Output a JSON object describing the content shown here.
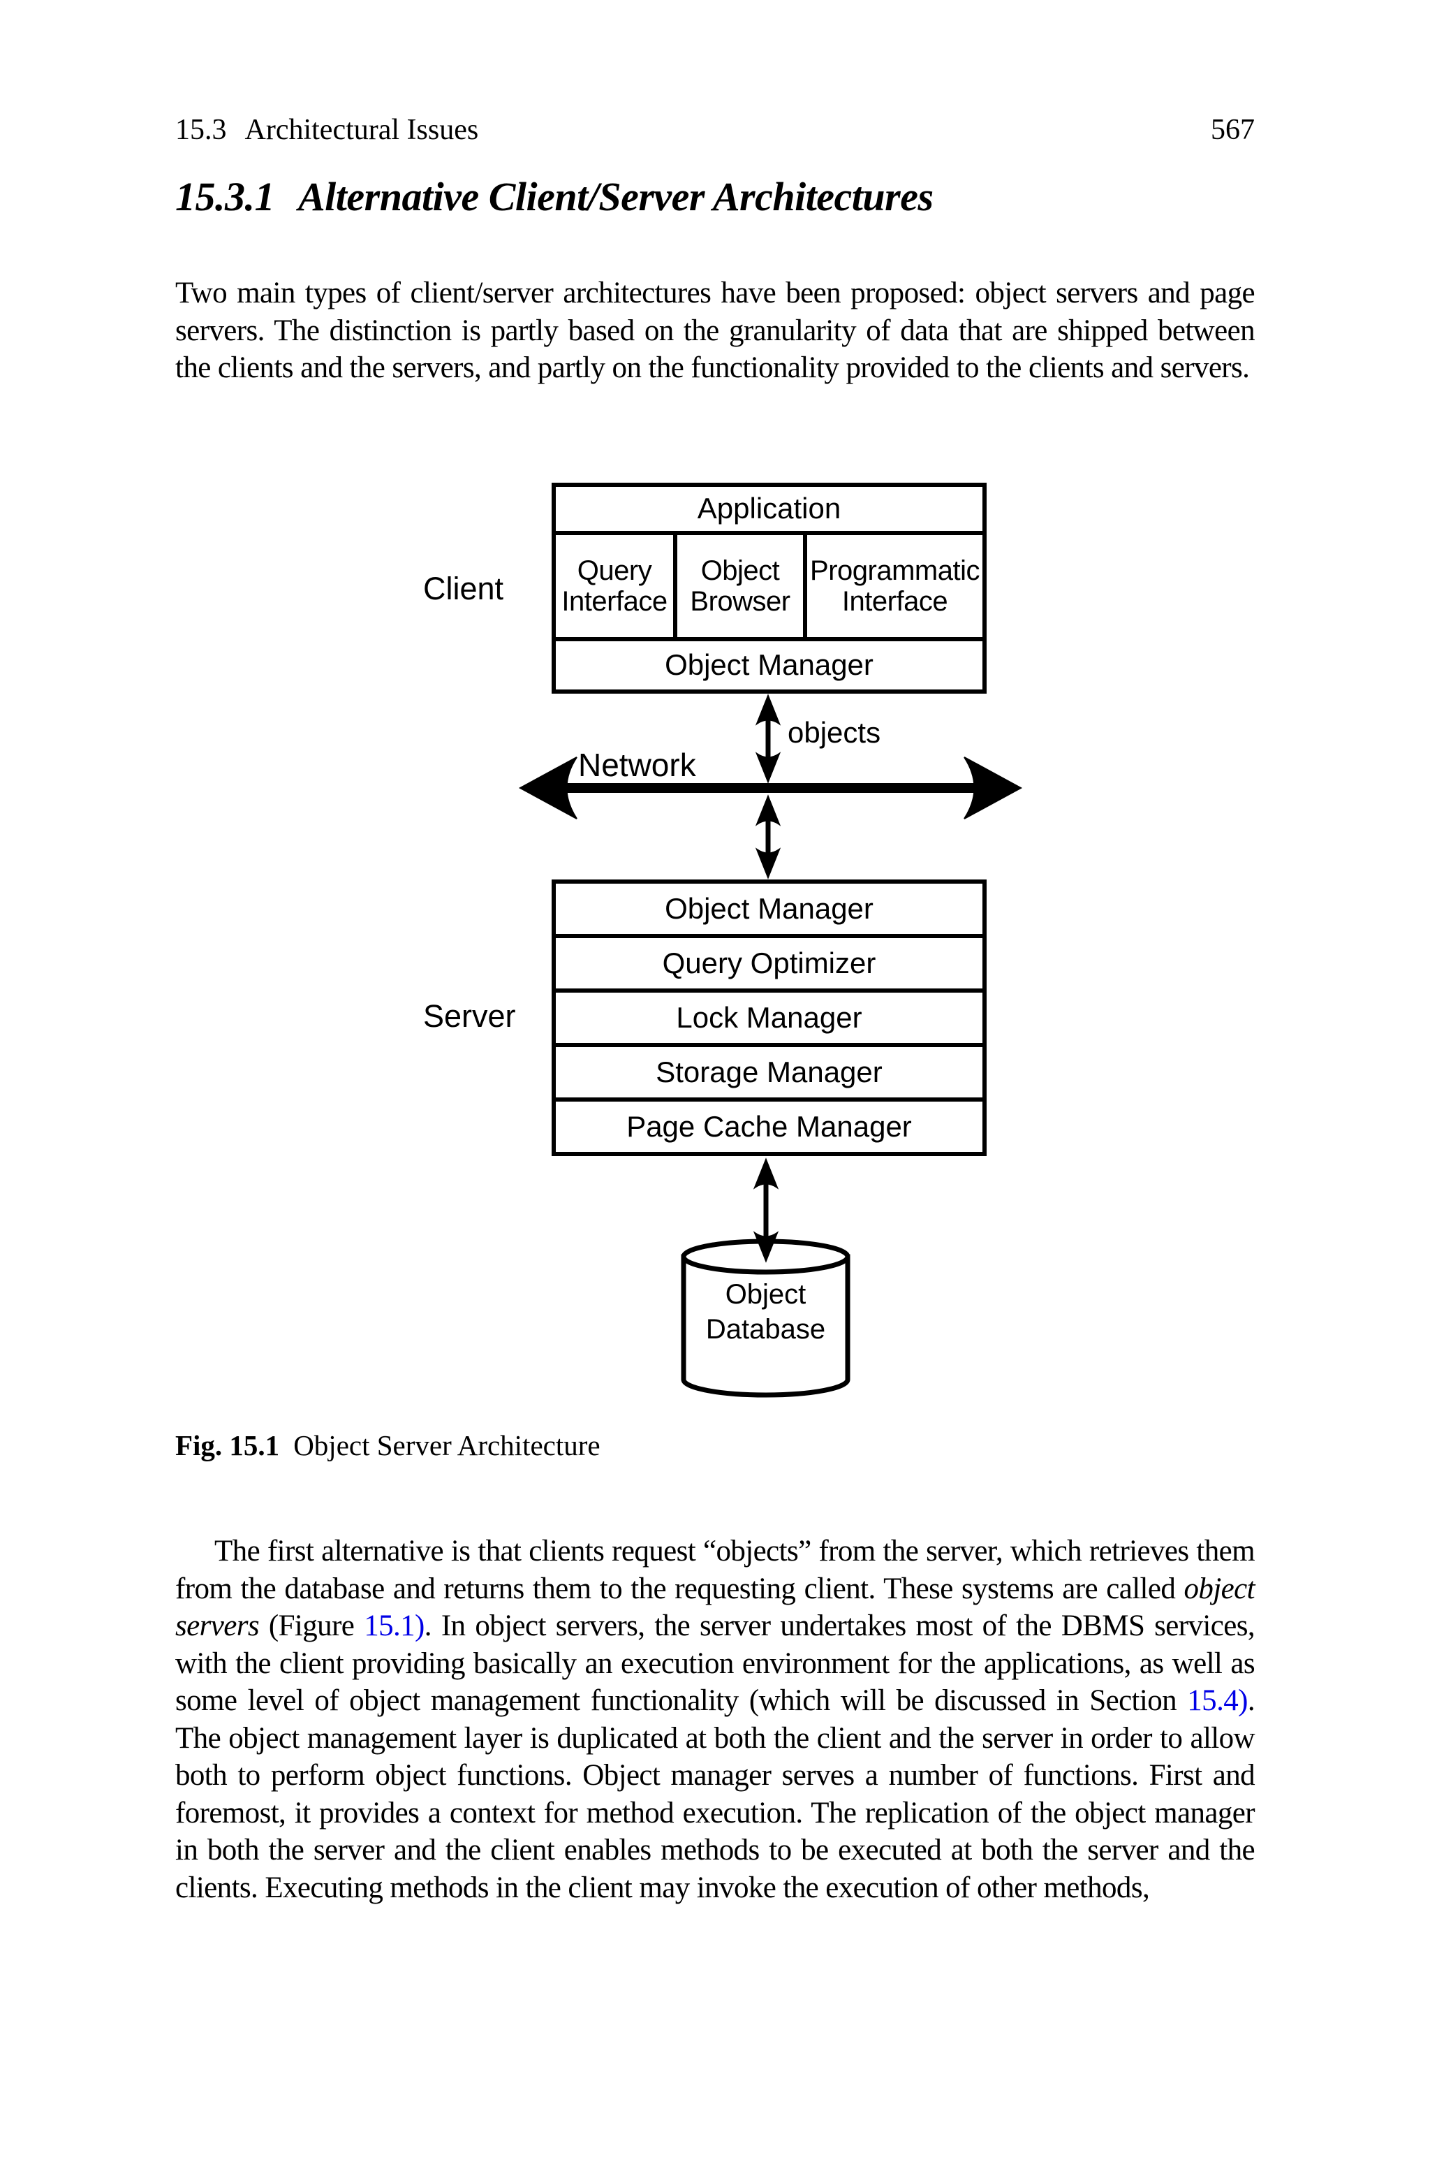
{
  "colors": {
    "link_blue": "#0000e6",
    "ink": "#000000"
  },
  "page": {
    "running_header": {
      "section_number": "15.3",
      "section_title": "Architectural Issues",
      "page_number": "567"
    },
    "heading": {
      "number": "15.3.1",
      "title": "Alternative Client/Server Architectures"
    },
    "paragraph_1": "Two main types of client/server architectures have been proposed: object servers and page servers. The distinction is partly based on the granularity of data that are shipped between the clients and the servers, and partly on the functionality provided to the clients and servers.",
    "paragraph_2_segments": [
      {
        "t": "The first alternative is that clients request “objects” from the server, which retrieves them from the database and returns them to the requesting client. These systems are called ",
        "s": "normal",
        "n": "paragraph-2-text"
      },
      {
        "t": "object servers",
        "s": "italic",
        "n": "term-object-servers"
      },
      {
        "t": " (Figure ",
        "s": "normal",
        "n": "paragraph-2-text"
      },
      {
        "t": "15.1)",
        "s": "link",
        "n": "xref-figure-15-1"
      },
      {
        "t": ". In object servers, the server undertakes most of the DBMS services, with the client providing basically an execution environment for the applications, as well as some level of object management functionality (which will be discussed in Section ",
        "s": "normal",
        "n": "paragraph-2-text"
      },
      {
        "t": "15.4)",
        "s": "link",
        "n": "xref-section-15-4"
      },
      {
        "t": ". The object management layer is duplicated at both the client and the server in order to allow both to perform object functions. Object manager serves a number of functions. First and foremost, it provides a context for method execution. The replication of the object manager in both the server and the client enables methods to be executed at both the server and the clients. Executing methods in the client may invoke the execution of other methods,",
        "s": "normal",
        "n": "paragraph-2-text"
      }
    ],
    "figure": {
      "caption_label": "Fig. 15.1",
      "caption_text": "Object Server Architecture",
      "client_label": "Client",
      "server_label": "Server",
      "network_label": "Network",
      "objects_label": "objects",
      "client_rows": {
        "application": "Application",
        "query_interface": "Query Interface",
        "object_browser": "Object Browser",
        "programmatic_interface": "Programmatic Interface",
        "object_manager": "Object Manager"
      },
      "server_rows": [
        "Object Manager",
        "Query Optimizer",
        "Lock Manager",
        "Storage Manager",
        "Page Cache Manager"
      ],
      "database_label": "Object Database"
    }
  }
}
